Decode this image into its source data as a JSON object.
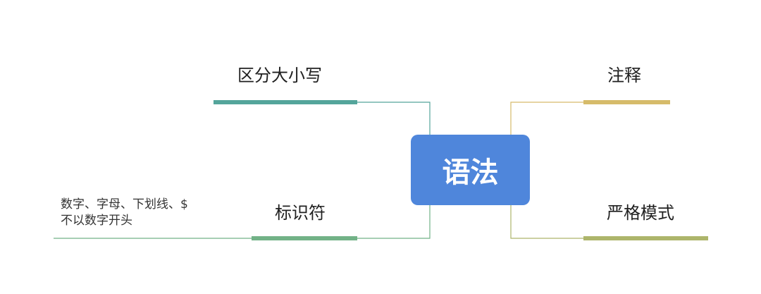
{
  "center": {
    "label": "语法",
    "color": "#4f86db"
  },
  "branches": {
    "case_sensitive": {
      "label": "区分大小写",
      "color": "#54a59b"
    },
    "identifier": {
      "label": "标识符",
      "color": "#72b287",
      "note_lines": [
        "数字、字母、下划线、$",
        "不以数字开头"
      ]
    },
    "comment": {
      "label": "注释",
      "color": "#d6bb6a"
    },
    "strict_mode": {
      "label": "严格模式",
      "color": "#adb56b"
    }
  }
}
